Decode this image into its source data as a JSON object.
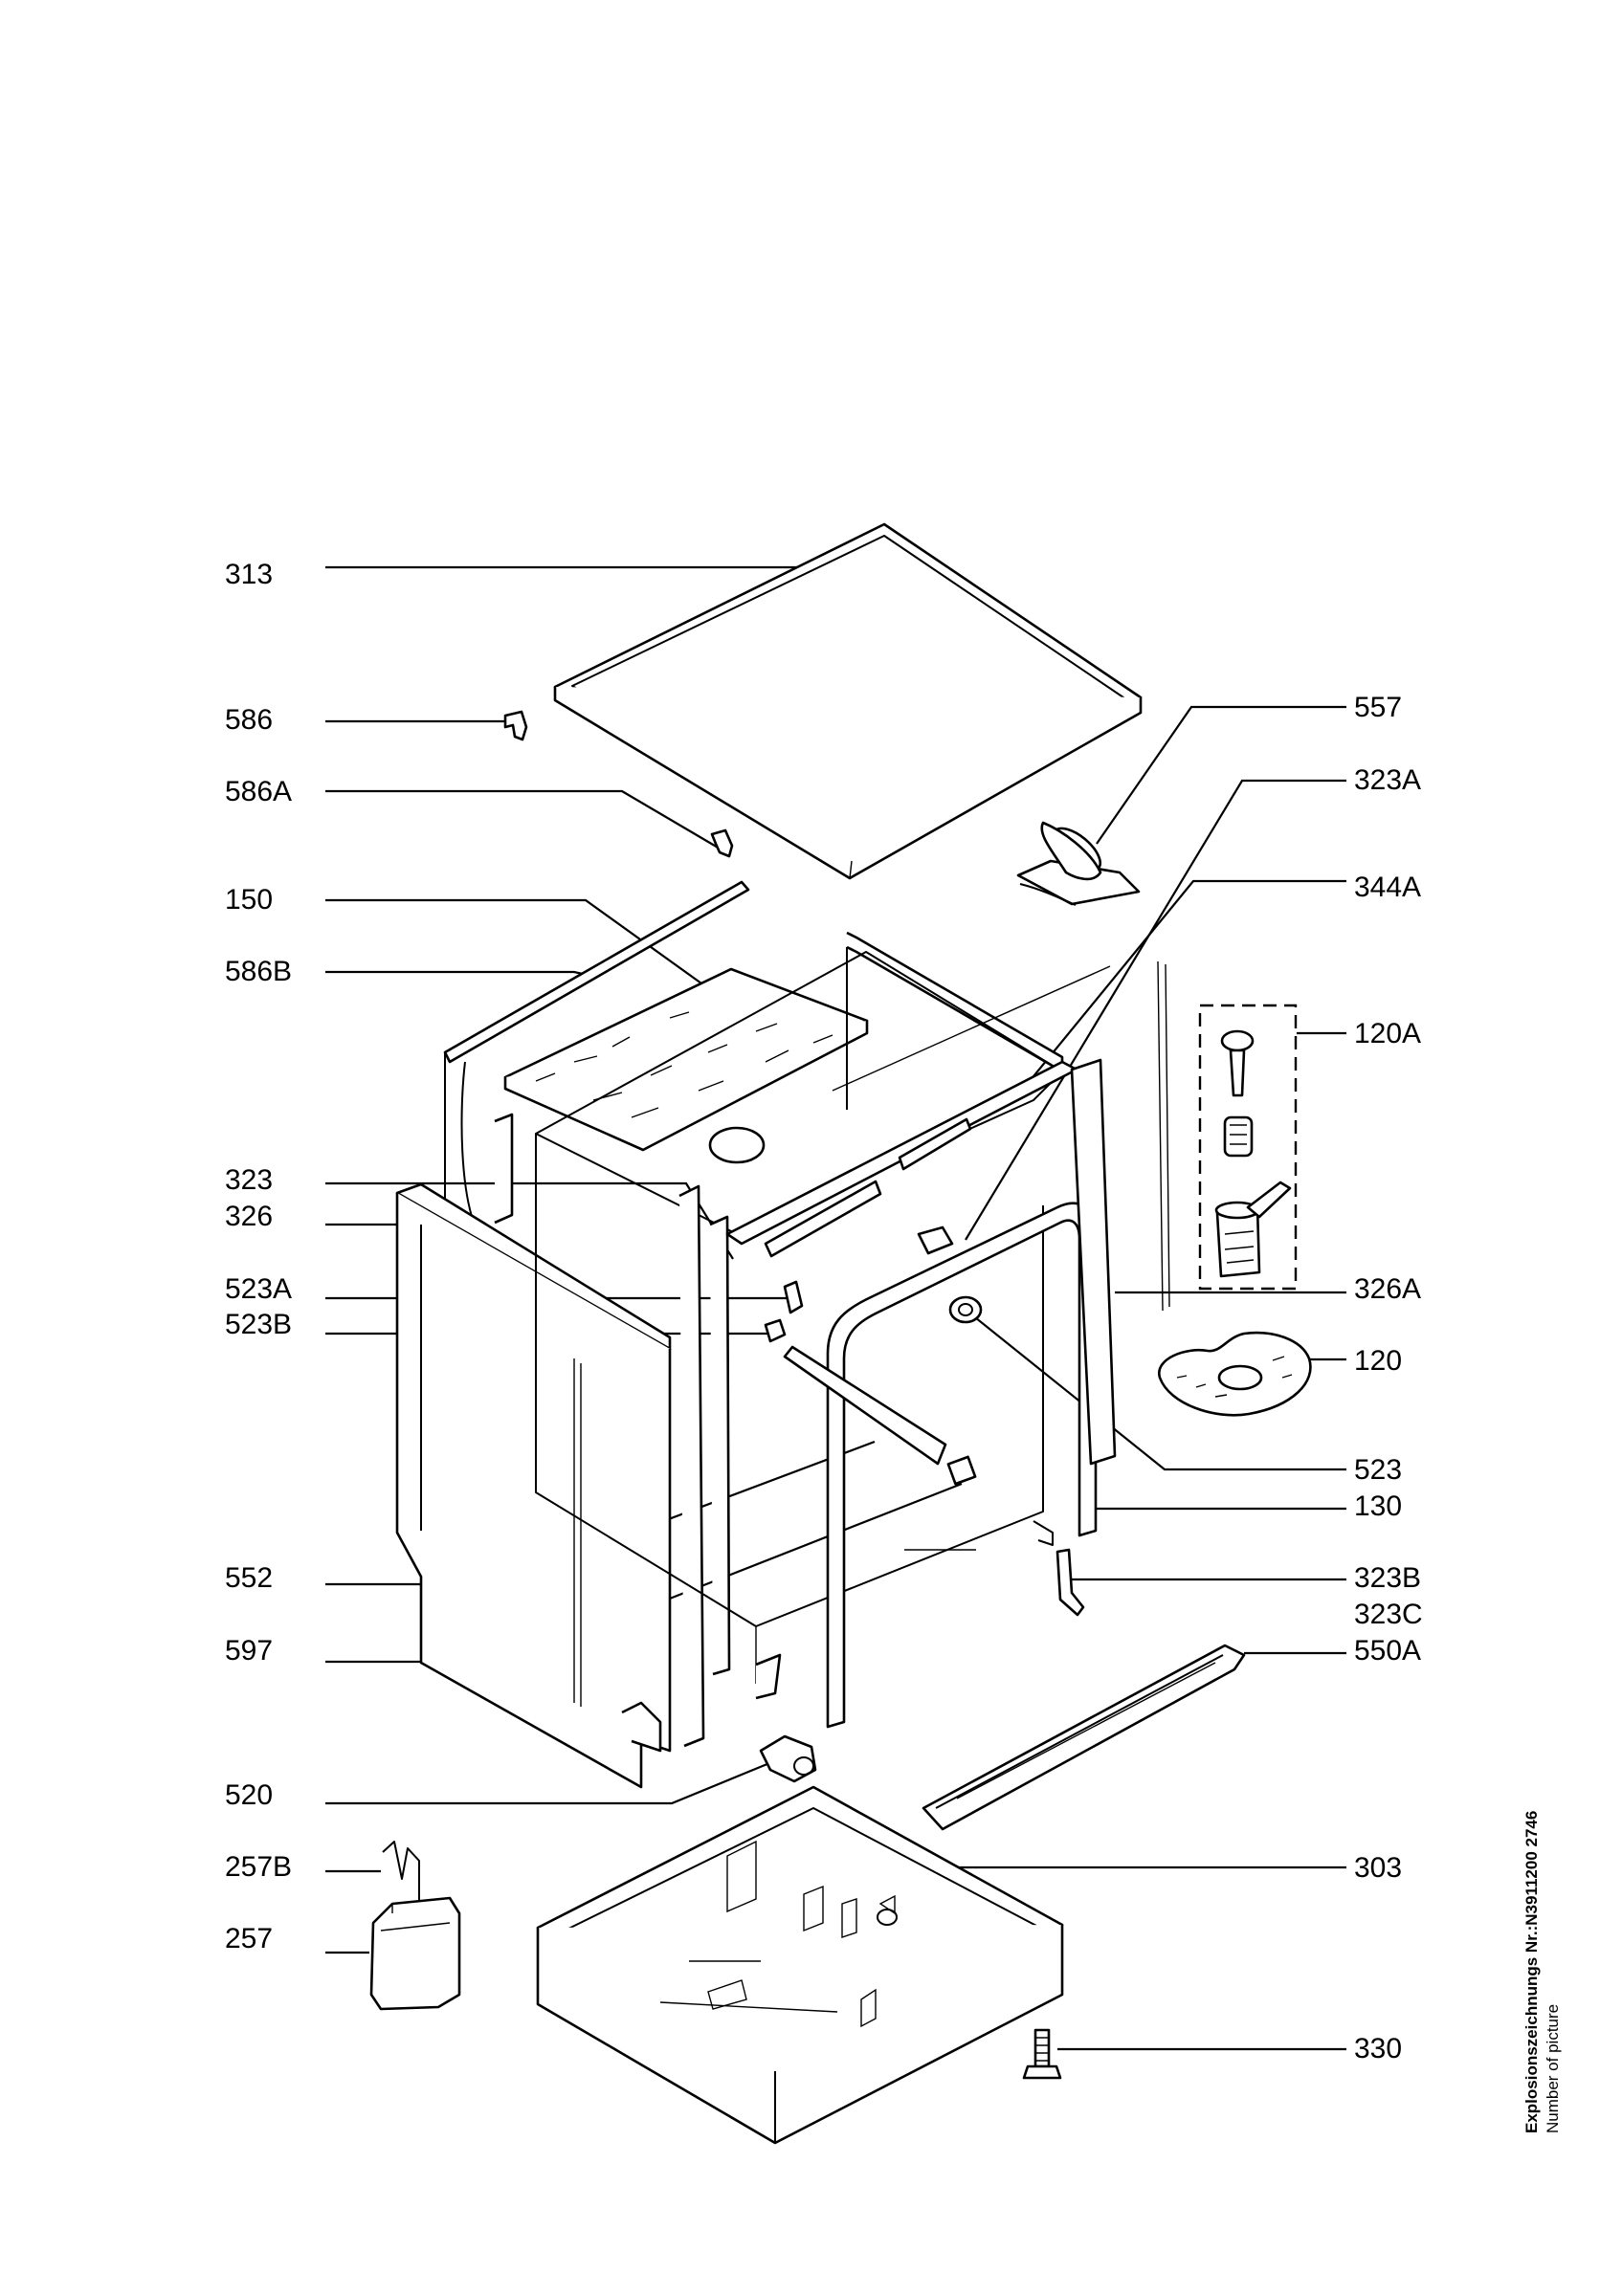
{
  "labels": {
    "l313": "313",
    "l586": "586",
    "l586A": "586A",
    "l150": "150",
    "l586B": "586B",
    "l323": "323",
    "l326": "326",
    "l523A": "523A",
    "l523B": "523B",
    "l552": "552",
    "l597": "597",
    "l520": "520",
    "l257B": "257B",
    "l257": "257",
    "l557": "557",
    "l323A": "323A",
    "l344A": "344A",
    "l120A": "120A",
    "l326A": "326A",
    "l120": "120",
    "l523": "523",
    "l130": "130",
    "l323B": "323B",
    "l323C": "323C",
    "l550A": "550A",
    "l303": "303",
    "l330": "330"
  },
  "side_text": {
    "drawing_number": "Explosionszeichnungs Nr.:N3911200 2746",
    "caption": "Number of picture"
  }
}
